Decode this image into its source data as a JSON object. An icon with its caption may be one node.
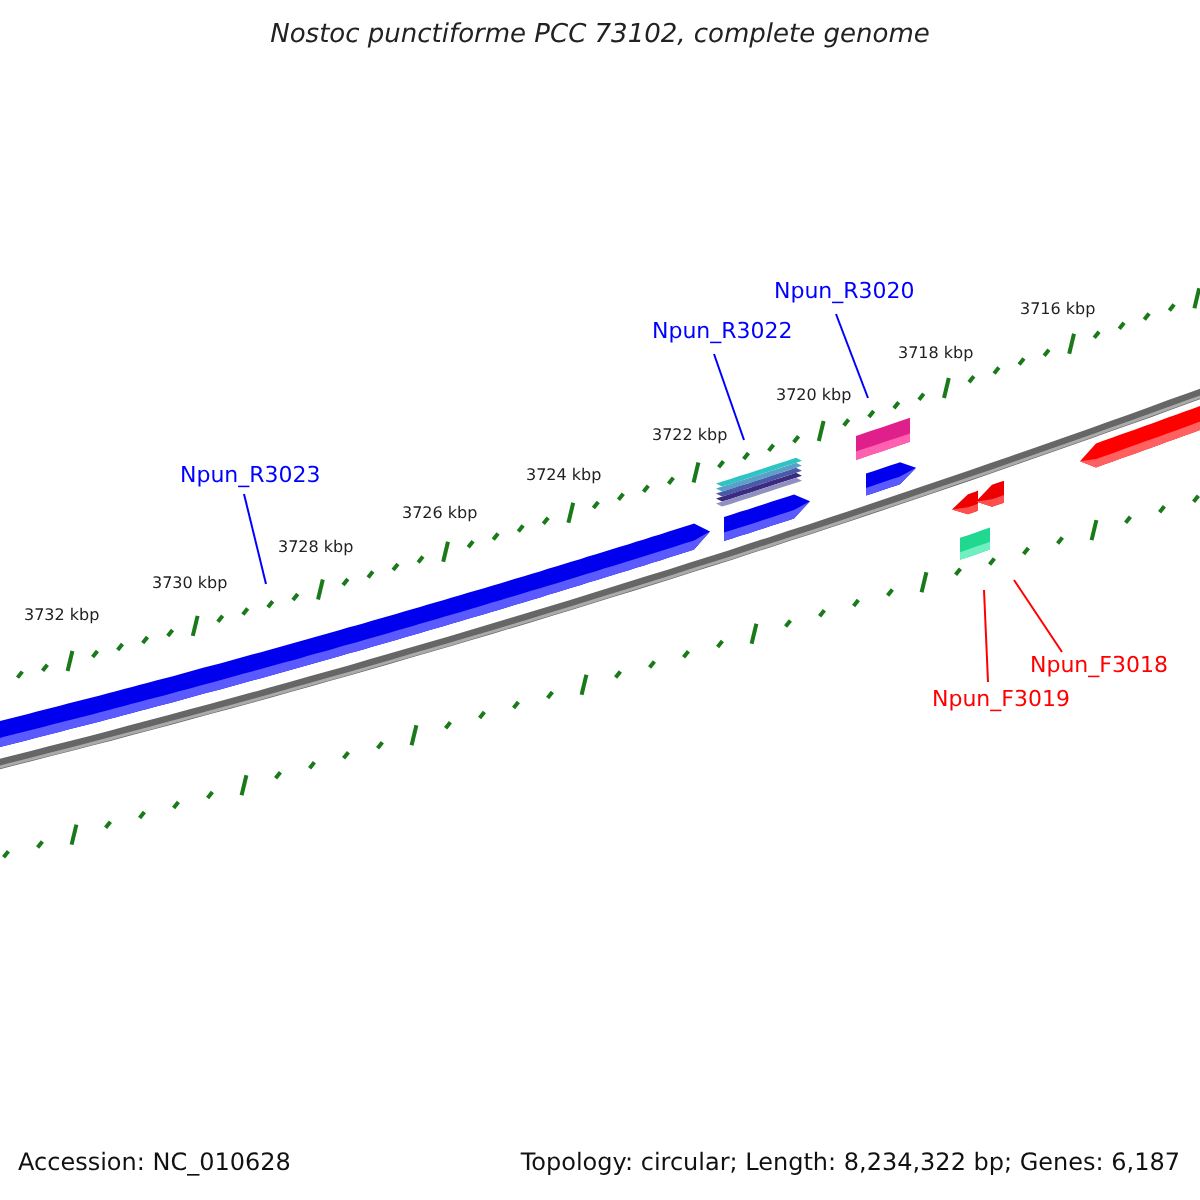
{
  "diagram": {
    "title": "Nostoc punctiforme PCC 73102, complete genome",
    "nodes": [
      {
        "text": [
          "Npun_R3023"
        ]
      },
      {
        "text": [
          "Npun_R3022"
        ]
      },
      {
        "text": [
          "Npun_R3020"
        ]
      },
      {
        "text": [
          "Npun_F3019"
        ]
      },
      {
        "text": [
          "Npun_F3018"
        ]
      }
    ],
    "edges": [
      {
        "from": 0,
        "to": null,
        "arrow": "none"
      },
      {
        "from": 1,
        "to": null,
        "arrow": "none"
      },
      {
        "from": 2,
        "to": null,
        "arrow": "none"
      },
      {
        "from": 3,
        "to": null,
        "arrow": "none",
        "color": "#ff0000"
      },
      {
        "from": 4,
        "to": null,
        "arrow": "none",
        "color": "#ff0000"
      }
    ],
    "labels": [
      "3716 kbp",
      "3718 kbp",
      "3720 kbp",
      "3722 kbp",
      "3724 kbp",
      "3726 kbp",
      "3728 kbp",
      "3730 kbp",
      "3732 kbp",
      "Accession: NC_010628",
      "Topology: circular; Length: 8,234,322 bp; Genes: 6,187"
    ]
  }
}
